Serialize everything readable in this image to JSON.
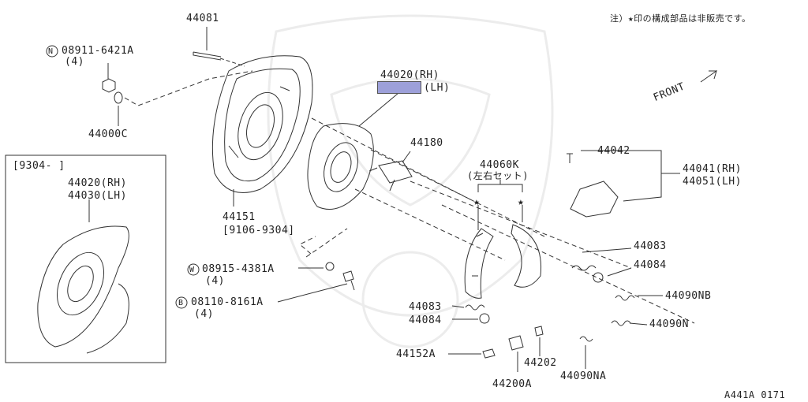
{
  "note": "注）★印の構成部品は非販売です。",
  "front_label": "FRONT",
  "diagram_code": "A441A 0171",
  "inset": {
    "range": "[9304-     ]",
    "labels": [
      "44020(RH)",
      "44030(LH)"
    ]
  },
  "parts": {
    "p44081": "44081",
    "nut_code": "08911-6421A",
    "nut_symbol": "N",
    "nut_qty": "(4)",
    "p44000c": "44000C",
    "p44020": "44020(RH)",
    "p44030": "(LH)",
    "p44180": "44180",
    "p44151": "44151",
    "p44151_range": "[9106-9304]",
    "p44060k": "44060K",
    "p44060k_note": "(左右セット)",
    "p44042": "44042",
    "p44041": "44041(RH)",
    "p44051": "44051(LH)",
    "p44083_r": "44083",
    "p44084_r": "44084",
    "p44090nb": "44090NB",
    "p44090n": "44090N",
    "washer_symbol": "W",
    "washer_code": "08915-4381A",
    "washer_qty": "(4)",
    "bolt_symbol": "B",
    "bolt_code": "08110-8161A",
    "bolt_qty": "(4)",
    "p44083_l": "44083",
    "p44084_l": "44084",
    "p44152a": "44152A",
    "p44202": "44202",
    "p44200a": "44200A",
    "p44090na": "44090NA"
  },
  "markers": {
    "star": "★"
  },
  "colors": {
    "highlight": "#9da0d9",
    "line": "#333333"
  }
}
